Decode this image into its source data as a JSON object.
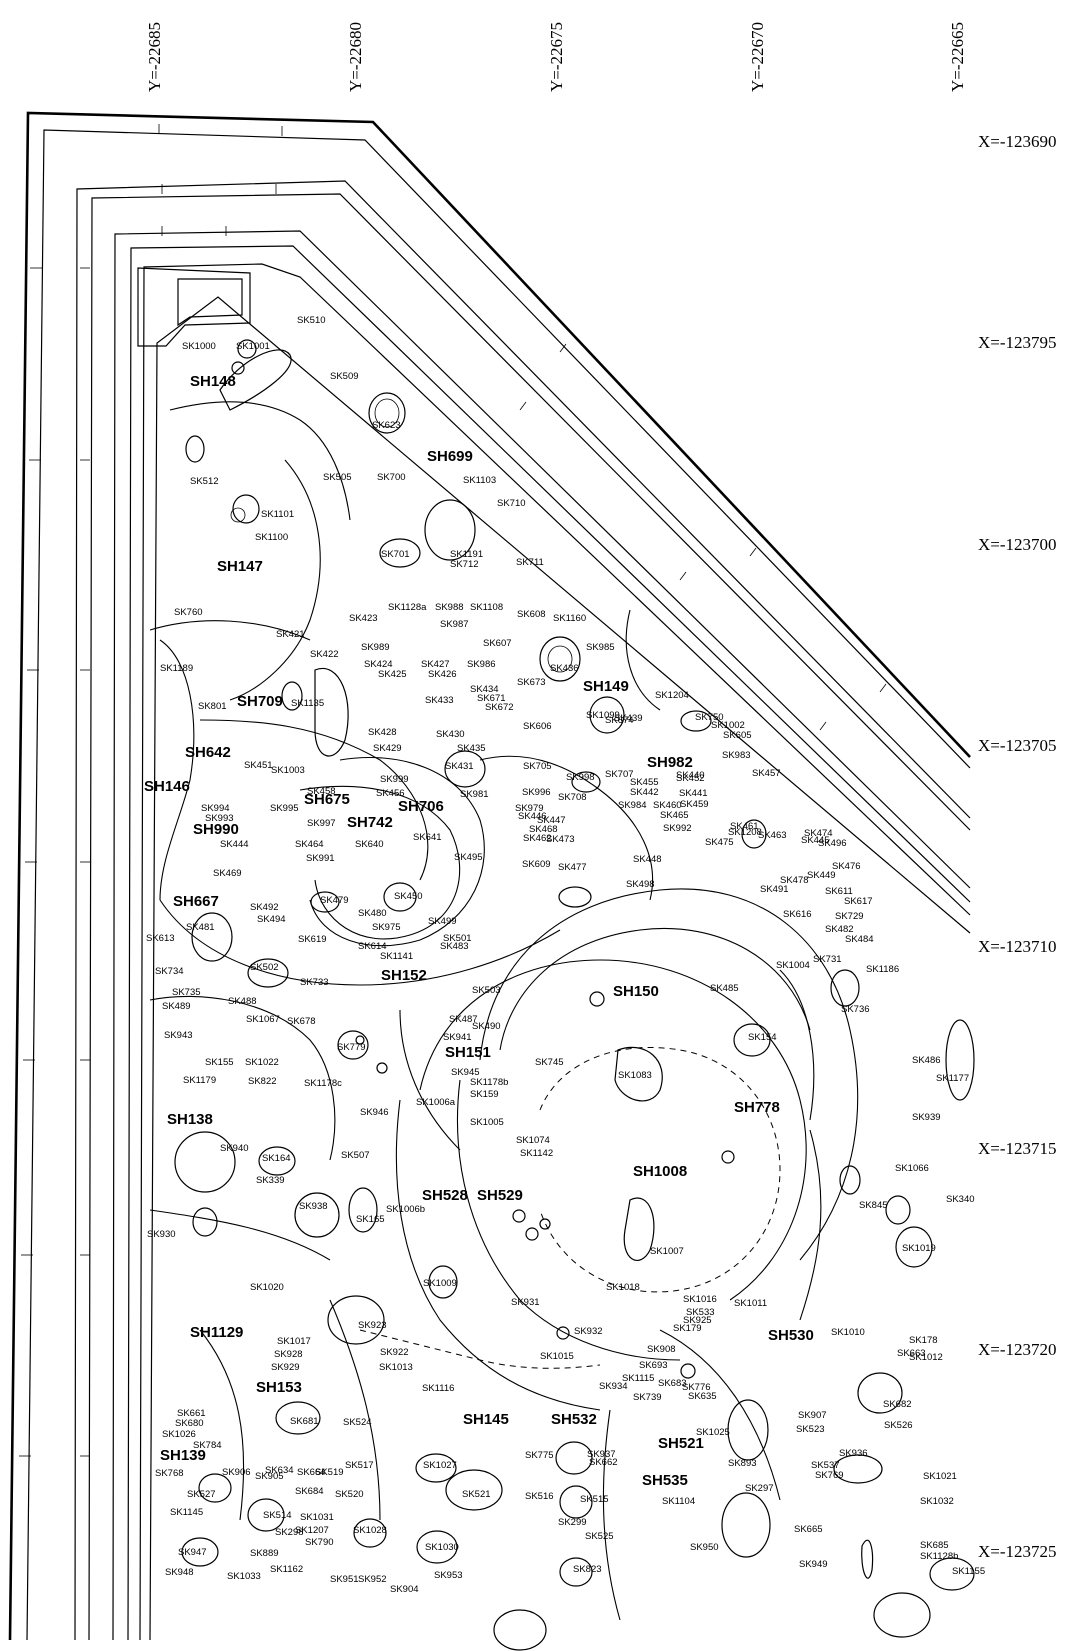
{
  "map": {
    "grid_y_labels": [
      "Y=-22685",
      "Y=-22680",
      "Y=-22675",
      "Y=-22670",
      "Y=-22665"
    ],
    "grid_x_labels": [
      "X=-123690",
      "X=-123795",
      "X=-123700",
      "X=-123705",
      "X=-123710",
      "X=-123715",
      "X=-123720",
      "X=-123725"
    ]
  },
  "features": {
    "dwellings": [
      "SH148",
      "SH147",
      "SH699",
      "SH709",
      "SH149",
      "SH642",
      "SH146",
      "SH982",
      "SH675",
      "SH742",
      "SH706",
      "SH990",
      "SH667",
      "SH152",
      "SH150",
      "SH151",
      "SH778",
      "SH138",
      "SH1008",
      "SH528",
      "SH529",
      "SH1129",
      "SH530",
      "SH153",
      "SH145",
      "SH532",
      "SH521",
      "SH139",
      "SH535"
    ],
    "pits": [
      "SK510",
      "SK1000",
      "SK1001",
      "SK509",
      "SK623",
      "SK512",
      "SK505",
      "SK700",
      "SK1103",
      "SK710",
      "SK1101",
      "SK1100",
      "SK701",
      "SK1191",
      "SK712",
      "SK711",
      "SK760",
      "SK1128a",
      "SK988",
      "SK1108",
      "SK608",
      "SK1160",
      "SK423",
      "SK987",
      "SK421",
      "SK422",
      "SK989",
      "SK607",
      "SK985",
      "SK1189",
      "SK424",
      "SK427",
      "SK986",
      "SK436",
      "SK425",
      "SK426",
      "SK673",
      "SK1204",
      "SK1135",
      "SK434",
      "SK801",
      "SK433",
      "SK671",
      "SK672",
      "SK1099",
      "SK439",
      "SK750",
      "SK428",
      "SK430",
      "SK429",
      "SK435",
      "SK606",
      "SK674",
      "SK1002",
      "SK431",
      "SK705",
      "SK605",
      "SK451",
      "SK1003",
      "SK999",
      "SK998",
      "SK707",
      "SK440",
      "SK983",
      "SK455",
      "SK452",
      "SK458",
      "SK456",
      "SK996",
      "SK708",
      "SK442",
      "SK441",
      "SK459",
      "SK457",
      "SK994",
      "SK995",
      "SK981",
      "SK979",
      "SK984",
      "SK460",
      "SK465",
      "SK461",
      "SK463",
      "SK474",
      "SK993",
      "SK997",
      "SK641",
      "SK446",
      "SK447",
      "SK473",
      "SK992",
      "SK1208",
      "SK496",
      "SK445",
      "SK444",
      "SK464",
      "SK640",
      "SK468",
      "SK462",
      "SK475",
      "SK495",
      "SK448",
      "SK476",
      "SK991",
      "SK477",
      "SK449",
      "SK469",
      "SK478",
      "SK609",
      "SK450",
      "SK498",
      "SK491",
      "SK611",
      "SK617",
      "SK479",
      "SK492",
      "SK480",
      "SK499",
      "SK729",
      "SK494",
      "SK616",
      "SK481",
      "SK613",
      "SK619",
      "SK975",
      "SK482",
      "SK614",
      "SK483",
      "SK501",
      "SK484",
      "SK1141",
      "SK731",
      "SK1004",
      "SK502",
      "SK1186",
      "SK734",
      "SK485",
      "SK733",
      "SK503",
      "SK735",
      "SK736",
      "SK489",
      "SK488",
      "SK1067",
      "SK678",
      "SK487",
      "SK490",
      "SK154",
      "SK943",
      "SK941",
      "SK779",
      "SK486",
      "SK155",
      "SK1022",
      "SK745",
      "SK945",
      "SK1177",
      "SK1179",
      "SK1083",
      "SK822",
      "SK1178c",
      "SK1178b",
      "SK159",
      "SK1006a",
      "SK946",
      "SK1005",
      "SK939",
      "SK1074",
      "SK940",
      "SK1142",
      "SK164",
      "SK507",
      "SK339",
      "SK1066",
      "SK340",
      "SK938",
      "SK1006b",
      "SK165",
      "SK845",
      "SK930",
      "SK1007",
      "SK1019",
      "SK1009",
      "SK1020",
      "SK1018",
      "SK1016",
      "SK931",
      "SK1011",
      "SK533",
      "SK925",
      "SK179",
      "SK923",
      "SK932",
      "SK1010",
      "SK1017",
      "SK178",
      "SK928",
      "SK922",
      "SK1015",
      "SK908",
      "SK1012",
      "SK1013",
      "SK929",
      "SK693",
      "SK663",
      "SK1115",
      "SK683",
      "SK682",
      "SK934",
      "SK776",
      "SK1116",
      "SK739",
      "SK635",
      "SK661",
      "SK680",
      "SK681",
      "SK524",
      "SK907",
      "SK523",
      "SK526",
      "SK1025",
      "SK1026",
      "SK784",
      "SK936",
      "SK937",
      "SK775",
      "SK662",
      "SK768",
      "SK906",
      "SK905",
      "SK634",
      "SK664",
      "SK519",
      "SK517",
      "SK893",
      "SK1027",
      "SK769",
      "SK537",
      "SK1021",
      "SK297",
      "SK684",
      "SK520",
      "SK516",
      "SK527",
      "SK521",
      "SK515",
      "SK1104",
      "SK1032",
      "SK1145",
      "SK514",
      "SK1031",
      "SK299",
      "SK298",
      "SK1207",
      "SK525",
      "SK1028",
      "SK665",
      "SK790",
      "SK1030",
      "SK685",
      "SK1128b",
      "SK950",
      "SK947",
      "SK889",
      "SK949",
      "SK823",
      "SK948",
      "SK1033",
      "SK1162",
      "SK951",
      "SK952",
      "SK953",
      "SK904",
      "SK1155"
    ]
  }
}
